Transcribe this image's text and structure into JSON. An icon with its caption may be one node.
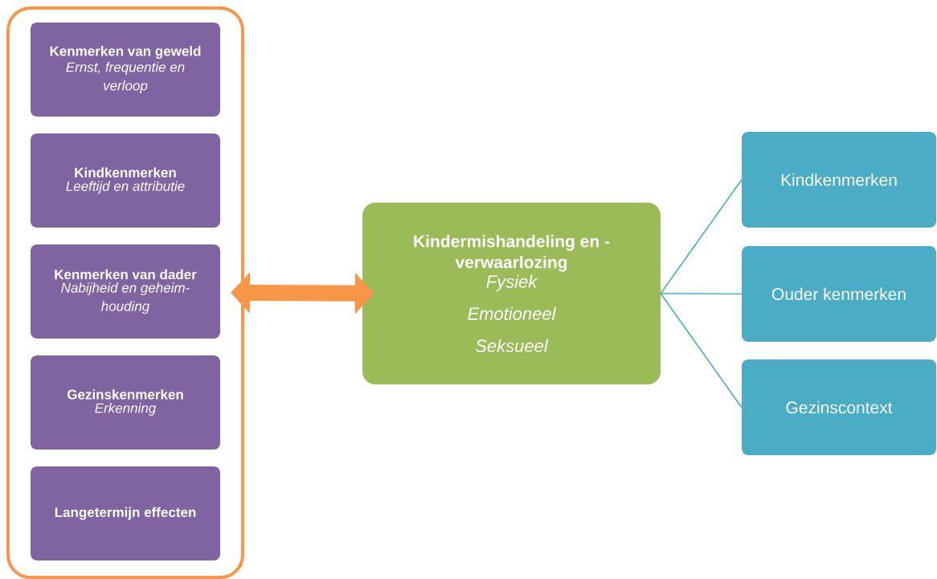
{
  "diagram": {
    "nodes": [
      {
        "text": [],
        "shape": "box"
      },
      {
        "text": [
          "Kenmerken van geweld",
          "Ernst, frequentie en verloop"
        ],
        "in": 0
      },
      {
        "text": [
          "Kindkenmerken",
          "Leeftijd en attributie"
        ],
        "in": 0
      },
      {
        "text": [
          "Kenmerken van dader",
          "Nabijheid en geheim- houding"
        ],
        "in": 0
      },
      {
        "text": [
          "Gezinskenmerken",
          "Erkenning"
        ],
        "in": 0
      },
      {
        "text": [
          "Langetermijn effecten"
        ],
        "in": 0
      },
      {
        "text": [
          "Kindermishandeling en - verwaarlozing",
          "Fysiek",
          "Emotioneel",
          "Seksueel"
        ]
      },
      {
        "text": [
          "Kindkenmerken"
        ]
      },
      {
        "text": [
          "Ouder kenmerken"
        ]
      },
      {
        "text": [
          "Gezinscontext"
        ]
      }
    ],
    "edges": [
      {
        "from": 0,
        "to": 6,
        "arrow": "both",
        "style": "thick",
        "color": "#f79646"
      },
      {
        "from": 6,
        "to": 7,
        "arrow": "none"
      },
      {
        "from": 6,
        "to": 8,
        "arrow": "none"
      },
      {
        "from": 6,
        "to": 9,
        "arrow": "none"
      }
    ]
  }
}
